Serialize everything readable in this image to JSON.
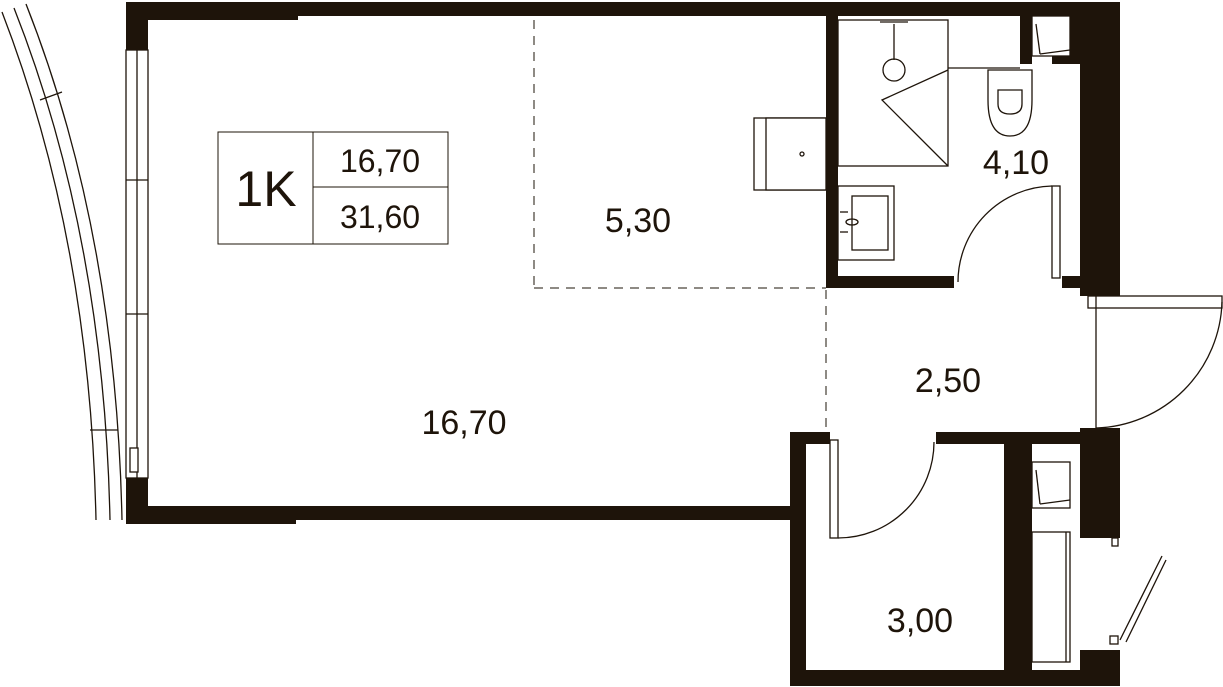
{
  "badge": {
    "type": "1K",
    "living_area": "16,70",
    "total_area": "31,60"
  },
  "rooms": {
    "living": "16,70",
    "kitchen": "5,30",
    "bathroom": "4,10",
    "hall": "2,50",
    "storage": "3,00"
  },
  "colors": {
    "wall": "#1e140a",
    "background": "#ffffff"
  }
}
